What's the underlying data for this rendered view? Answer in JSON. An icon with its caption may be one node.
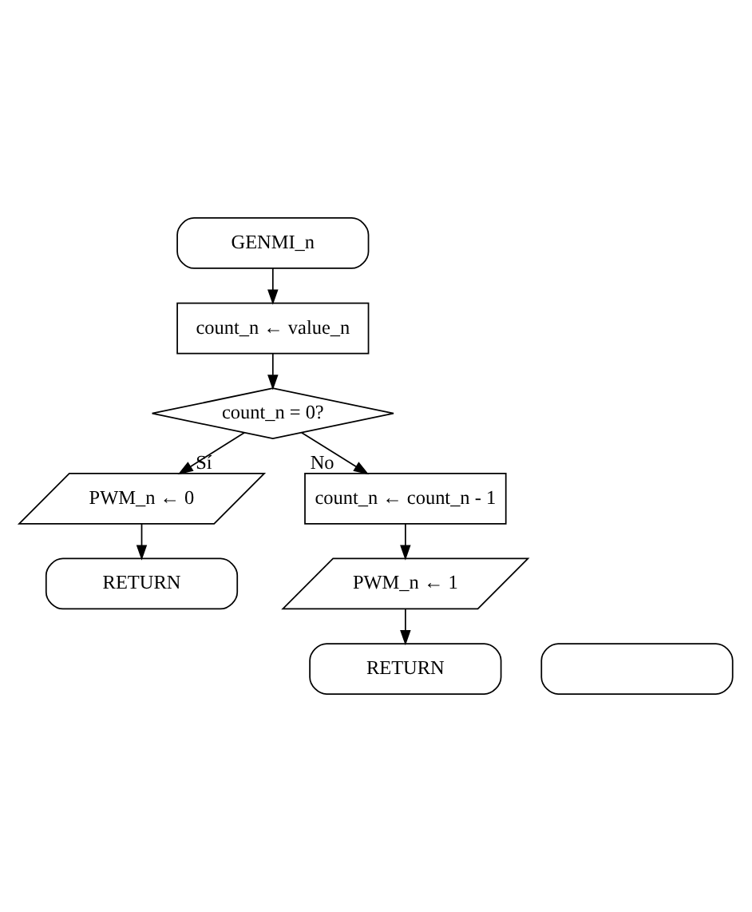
{
  "diagram": {
    "nodes": [
      {
        "text": [
          "GENMI_n"
        ]
      },
      {
        "text": [
          "count_n ← value_n"
        ]
      },
      {
        "text": [
          "count_n = 0?"
        ]
      },
      {
        "text": [
          "PWM_n ← 0"
        ]
      },
      {
        "text": [
          "RETURN"
        ]
      },
      {
        "text": [
          "count_n ← count_n - 1"
        ]
      },
      {
        "text": [
          "PWM_n ← 1"
        ]
      },
      {
        "text": [
          "RETURN"
        ]
      },
      {
        "text": [],
        "shape": "box"
      }
    ],
    "edges": [
      {
        "from": 0,
        "to": 1,
        "arrow": "to"
      },
      {
        "from": 1,
        "to": 2,
        "arrow": "to"
      },
      {
        "from": 2,
        "to": 3,
        "arrow": "to",
        "label": "Sí"
      },
      {
        "from": 3,
        "to": 4,
        "arrow": "to"
      },
      {
        "from": 2,
        "to": 5,
        "arrow": "to",
        "label": "No"
      },
      {
        "from": 5,
        "to": 6,
        "arrow": "to"
      },
      {
        "from": 6,
        "to": 7,
        "arrow": "to"
      }
    ]
  }
}
